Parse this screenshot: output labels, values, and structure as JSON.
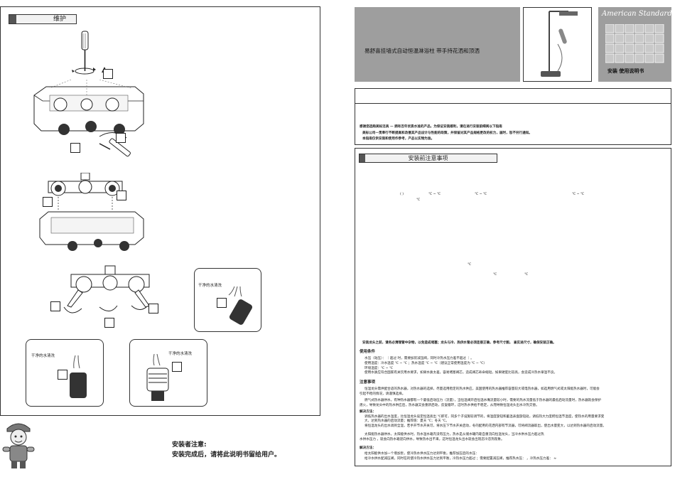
{
  "left_panel": {
    "section_title": "维护",
    "rinse_label_1": "干净的水清洗",
    "rinse_label_2": "干净的水清洗",
    "rinse_label_3": "干净的水清洗",
    "installer_note_title": "安装者注意:",
    "installer_note_text": "安装完成后，请将此说明书留给用户。"
  },
  "cover": {
    "product_title": "易舒喜挂墙式自动恒温淋浴柱 带手持花洒和顶洒",
    "brand": "American Standard",
    "manual_label": "安装 使用说明书"
  },
  "intro": {
    "line1": "感谢您选购美标洁具 — 拥有百年优质水准的产品，为保证安装顺利，请在进行安装前细阅以下指南",
    "line2": "美标公司一贯奉行不断提高和改善其产品设计与性能的政策，并保留对其产品规格更改的权力，届时，恕不另行通知。",
    "line3": "本指南仅供安装和使用作参考，产品以实物为准。"
  },
  "precautions": {
    "section_title": "安装前注意事项",
    "frag_a": "( )",
    "frag_b": "℃ ~ ℃",
    "frag_c": "℃ ~ ℃",
    "frag_d": "℃ ~ ℃",
    "frag_e": "℃",
    "frag_f": "℃",
    "frag_g": "℃",
    "frag_h": "℃",
    "pre_install_line": "安装龙头之前，请务必清理管中杂物，以免造成堵塞；龙头与冷、热供水管必须连接正确，参考尺寸图，   查实进尺寸，确保安装正确。",
    "usage_title": "使用条件",
    "usage_1": "水压（动压）：                        ｜超过        时，需要加装减压阀，同时冷热水压力差不超过          ｜。",
    "usage_2": "使用温度：冷水温度  ℃  ~  ℃ ；热水温度  ℃  ~  ℃（建议正常使用温度为  ℃  ~  ℃）",
    "usage_3": "环境温度：℃  ~  ℃",
    "usage_4": "使用水质应符合国家有关饮用水要求，如果水质太差，容易堵塞阀芯，造成阀芯寿命缩短，如果硬度比较高，会造成冷热水窜温不良。",
    "caution_title": "注意事项",
    "caution_1": "恒温龙头需供配合适的热水器，对热水器的选择，尽量选用稳定的热水供应，美国使用的热水器推荐容量较大或电热水器，如选用燃气式或太阳能热水器时，可能会",
    "caution_2": "引起不稳的情况，请谨慎选择。",
    "caution_3": "燃气式热水器供水，有种热水器都有一个最低启动压力（流量），当恒温阀开启恒温水嘴流量较小时，需要的热水流量低于热水器的最低启动流量时，热水器就会保护",
    "caution_4": "熄火，导致龙头中的热水供应后，热水器又会重新启动，反复循环，这时热水供给不稳定，从而导致恒温龙头出水冷热交替。",
    "solution_title_1": "解决方法：",
    "solution_1": "调低热水器的出水温度，比恒温龙头设定恒温高出  ℃即可，同多个子设施较调节的，将温度旋钮和蓄温表盘旋钮处，调低热大力度把恒温节温度，使热水的用量要求变",
    "solution_2": "大，达到热水器的启动流量；推荐值：夏天      ℃；冬天      ℃。",
    "solution_3": "将恒温龙头的出水调到全温，若手开节水开关可，将水压下节水开关启动，冬的配用的花洒内部有节流器，可将阀流器取出，使出水量变大，以达到热水器的启动流量。",
    "solar_1": "太阳能热水器供水，太阳能供水时，热水温水箱内没有压力，热水是从储水罐内靠自重流向恒温龙头，当冷水供水压力超过热",
    "solar_2": "水供水压力         ，就会向热水箱逆向供水，导致热水出不来，这时恒温龙头出水就会出现忽冷忽热现象。",
    "solution_title_2": "解决方法：",
    "solution_4": "给太阳能供水加一个增加泵，使冷热水供水压力达到平衡，推荐加压后的水压：",
    "solution_5": "给冷水供水配减压阀，同时在的使冷热水供水压力达到平衡，冷热水压力超过              ；需要配置减压阀，推荐热水压：                    ，冷热水压力差：  ≈"
  }
}
